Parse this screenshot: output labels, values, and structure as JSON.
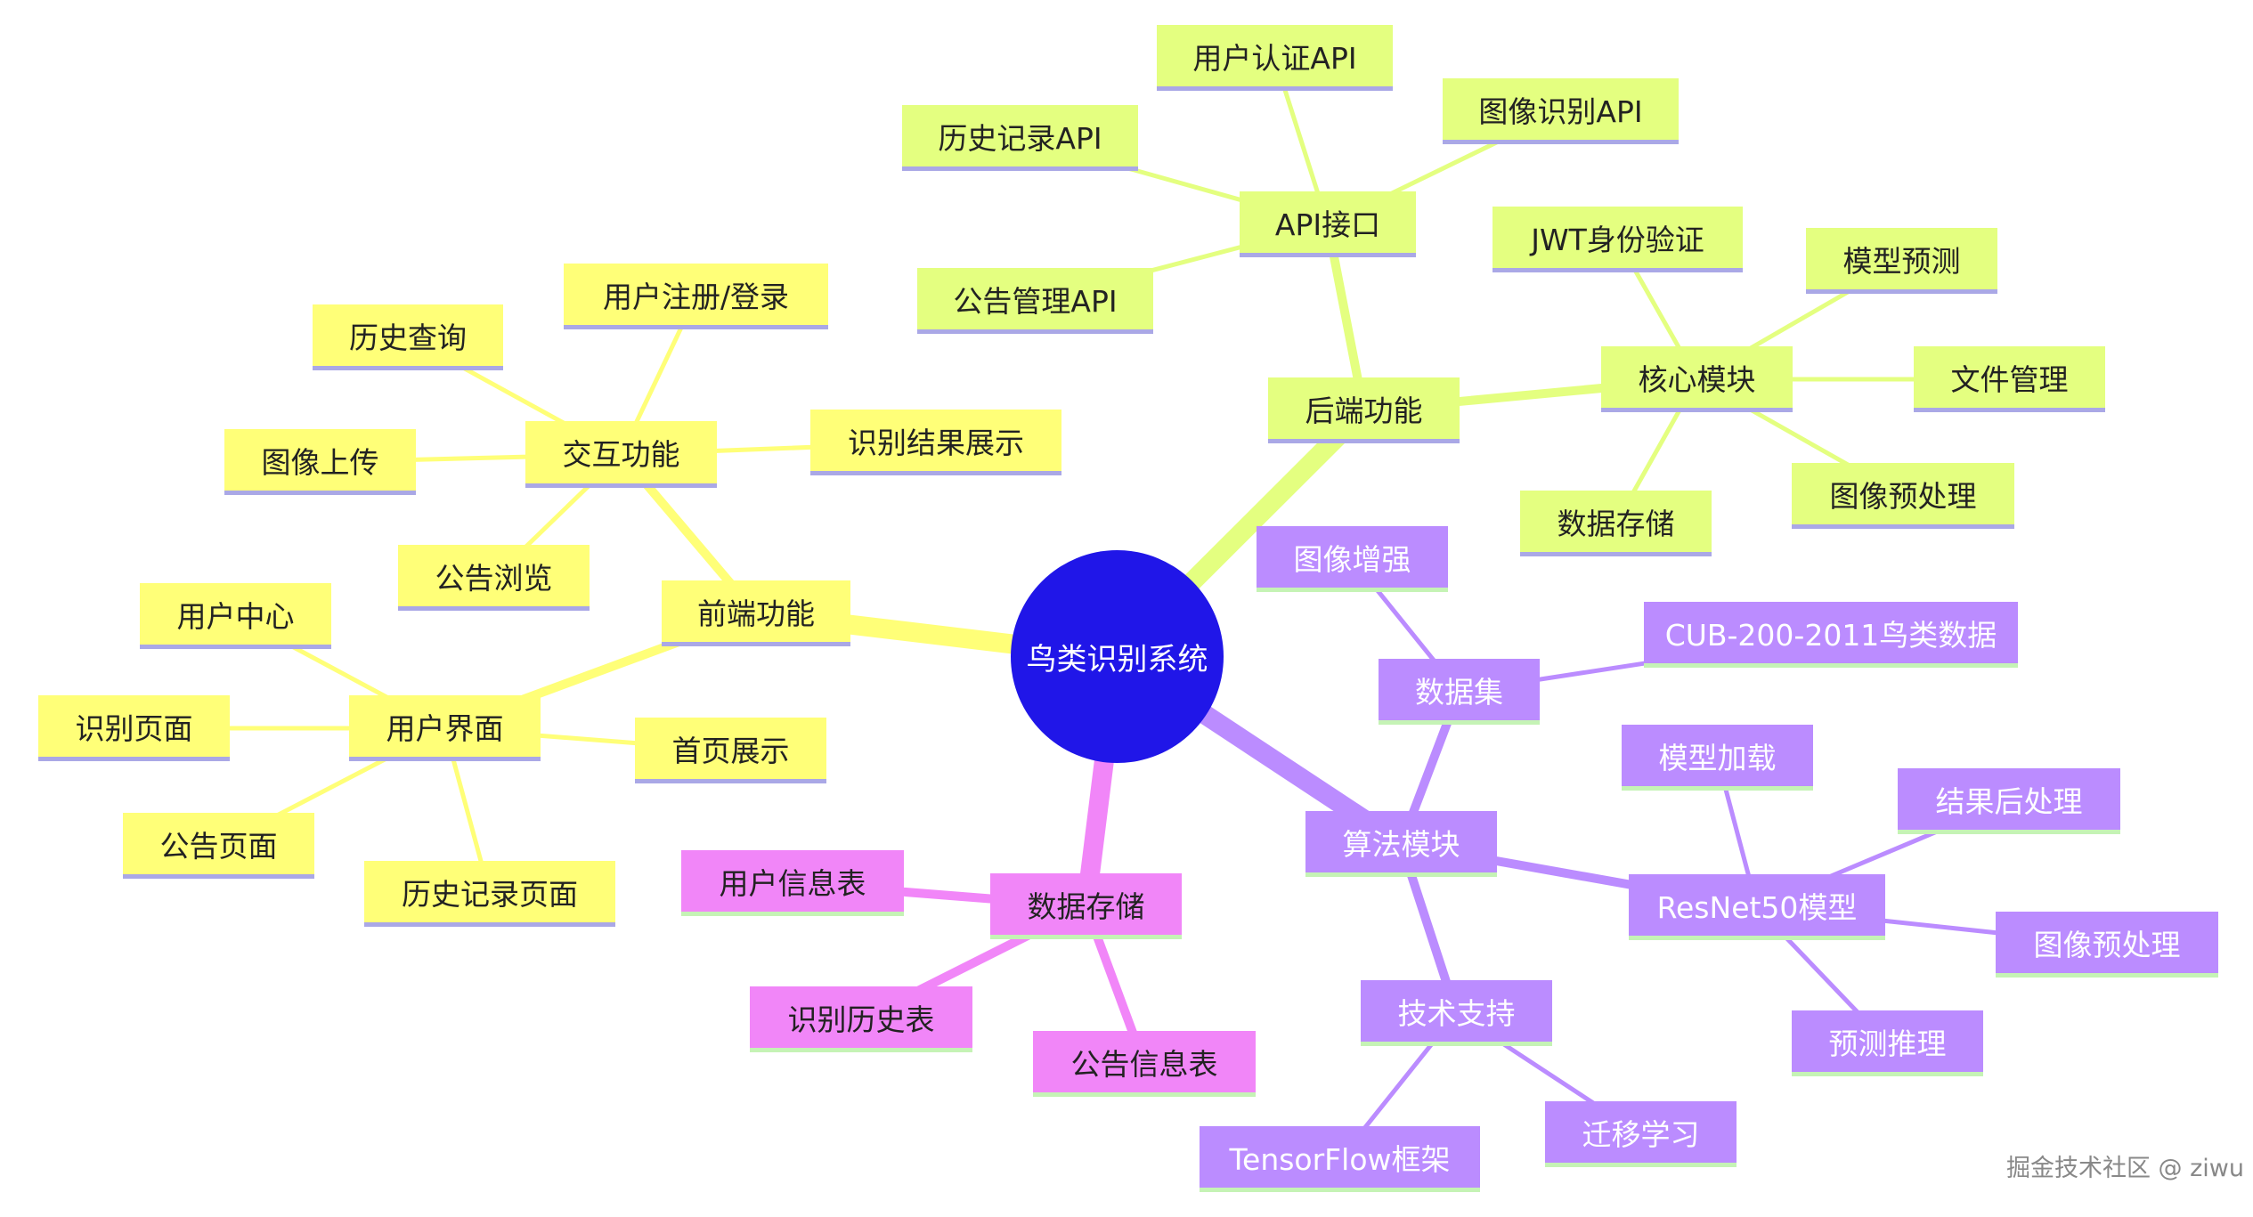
{
  "root": "鸟类识别系统",
  "frontend": {
    "label": "前端功能",
    "interaction": {
      "label": "交互功能",
      "children": [
        "用户注册/登录",
        "历史查询",
        "图像上传",
        "公告浏览",
        "识别结果展示"
      ]
    },
    "ui": {
      "label": "用户界面",
      "children": [
        "用户中心",
        "识别页面",
        "公告页面",
        "历史记录页面",
        "首页展示"
      ]
    }
  },
  "backend": {
    "label": "后端功能",
    "api": {
      "label": "API接口",
      "children": [
        "用户认证API",
        "图像识别API",
        "历史记录API",
        "公告管理API"
      ]
    },
    "core": {
      "label": "核心模块",
      "children": [
        "JWT身份验证",
        "模型预测",
        "文件管理",
        "图像预处理",
        "数据存储"
      ]
    }
  },
  "algorithm": {
    "label": "算法模块",
    "dataset": {
      "label": "数据集",
      "children": [
        "图像增强",
        "CUB-200-2011鸟类数据"
      ]
    },
    "resnet": {
      "label": "ResNet50模型",
      "children": [
        "模型加载",
        "结果后处理",
        "图像预处理",
        "预测推理"
      ]
    },
    "tech": {
      "label": "技术支持",
      "children": [
        "TensorFlow框架",
        "迁移学习"
      ]
    }
  },
  "storage": {
    "label": "数据存储",
    "children": [
      "用户信息表",
      "识别历史表",
      "公告信息表"
    ]
  },
  "watermark": "掘金技术社区 @ ziwu",
  "colors": {
    "frontend": "#ffff78",
    "backend": "#e4ff80",
    "algorithm": "#bb8cff",
    "storage": "#f186f8",
    "root": "#2016e8"
  }
}
